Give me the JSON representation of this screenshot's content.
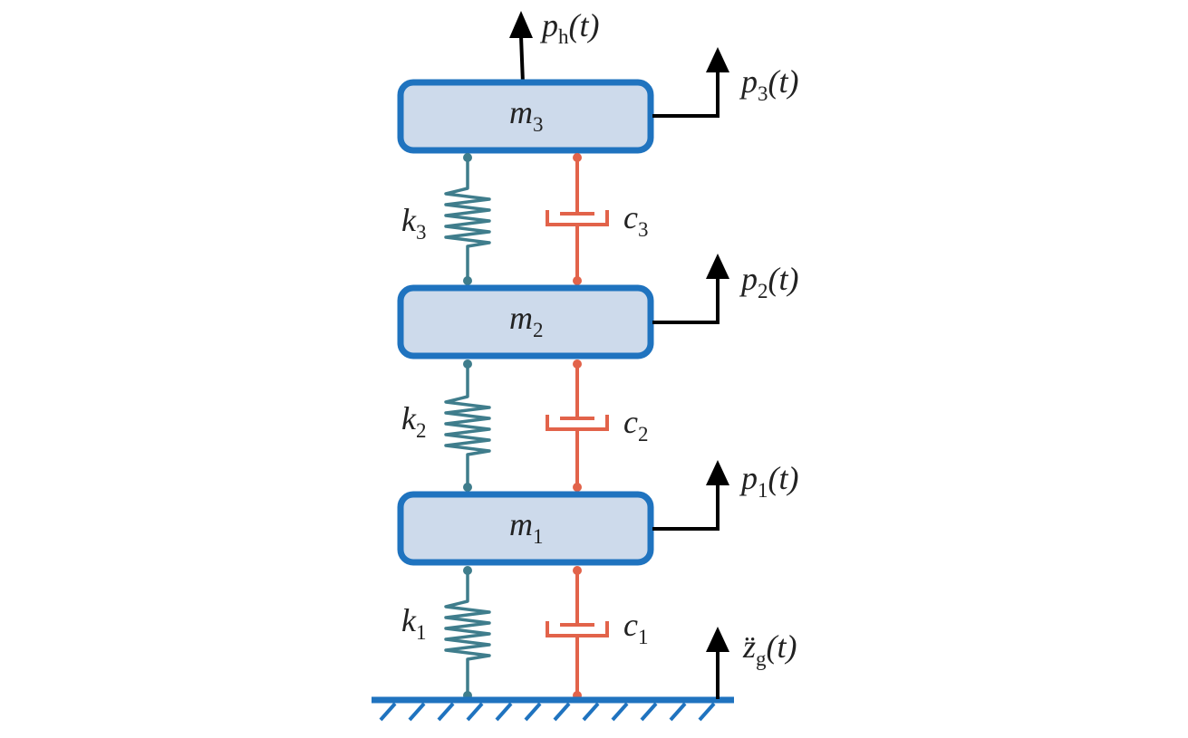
{
  "colors": {
    "mass_fill": "#cddaeb",
    "mass_stroke": "#1f73bf",
    "spring": "#3f7d8c",
    "damper": "#e2634a",
    "force": "#000000",
    "ground": "#1f73bf"
  },
  "masses": [
    {
      "symbol": "m",
      "sub": "3"
    },
    {
      "symbol": "m",
      "sub": "2"
    },
    {
      "symbol": "m",
      "sub": "1"
    }
  ],
  "springs": [
    {
      "symbol": "k",
      "sub": "3"
    },
    {
      "symbol": "k",
      "sub": "2"
    },
    {
      "symbol": "k",
      "sub": "1"
    }
  ],
  "dampers": [
    {
      "symbol": "c",
      "sub": "3"
    },
    {
      "symbol": "c",
      "sub": "2"
    },
    {
      "symbol": "c",
      "sub": "1"
    }
  ],
  "forces": [
    {
      "symbol": "p",
      "sub": "3",
      "arg": "(t)"
    },
    {
      "symbol": "p",
      "sub": "2",
      "arg": "(t)"
    },
    {
      "symbol": "p",
      "sub": "1",
      "arg": "(t)"
    }
  ],
  "top_force": {
    "symbol": "p",
    "sub": "h",
    "arg": "(t)"
  },
  "ground_accel": {
    "symbol": "z̈",
    "sub": "g",
    "arg": "(t)"
  }
}
